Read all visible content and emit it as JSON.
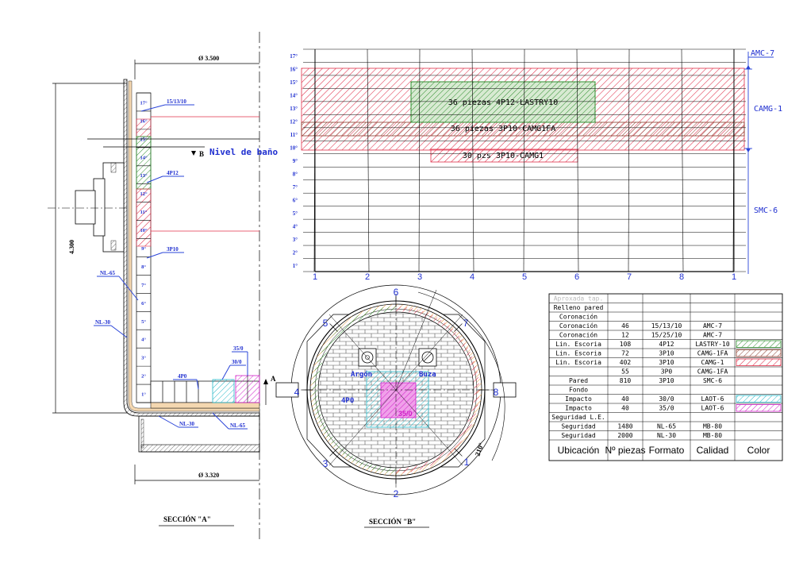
{
  "section_a": {
    "title": "SECCIÓN \"A\"",
    "dim_top": "Ø 3.500",
    "dim_bottom": "Ø 3.320",
    "dim_height": "4.300",
    "bath_marker": "B",
    "bath_label": "Nivel de baño",
    "rows": [
      "1°",
      "2°",
      "3°",
      "4°",
      "5°",
      "6°",
      "7°",
      "8°",
      "9°",
      "10°",
      "11°",
      "12°",
      "13°",
      "14°",
      "15°",
      "16°",
      "17°"
    ],
    "callouts": {
      "top": "15/13/10",
      "p4": "4P12",
      "p3": "3P10",
      "nl65_wall": "NL-65",
      "nl30_wall": "NL-30",
      "bottom_4p0": "4P0",
      "bottom_30": "30/0",
      "bottom_35": "35/0",
      "nl30_floor": "NL-30",
      "nl65_floor": "NL-65",
      "section_marker": "A"
    }
  },
  "section_b": {
    "title": "SECCIÓN \"B\"",
    "angle": "210°",
    "numbers": [
      "1",
      "2",
      "3",
      "4",
      "5",
      "6",
      "7",
      "8"
    ],
    "labels": {
      "argon": "Argón",
      "buza": "Buza",
      "p4p0": "4P0",
      "c35": "35/0"
    }
  },
  "development": {
    "rows": [
      "1°",
      "2°",
      "3°",
      "4°",
      "5°",
      "6°",
      "7°",
      "8°",
      "9°",
      "10°",
      "11°",
      "12°",
      "13°",
      "14°",
      "15°",
      "16°",
      "17°"
    ],
    "columns": [
      "1",
      "2",
      "3",
      "4",
      "5",
      "6",
      "7",
      "8",
      "1"
    ],
    "band_labels": {
      "lastry": "36 piezas 4P12-LASTRY10",
      "camg1fa": "36 piezas 3P10-CAMG1FA",
      "camg1": "30 pzs 3P10-CAMG1"
    },
    "side_labels": {
      "amc7": "AMC-7",
      "camg1": "CAMG-1",
      "smc6": "SMC-6"
    }
  },
  "table": {
    "headers": [
      "Ubicación",
      "Nº piezas",
      "Formato",
      "Calidad",
      "Color"
    ],
    "rows": [
      {
        "loc": "Aproxada tap.",
        "n": "",
        "f": "",
        "q": "",
        "c": "none"
      },
      {
        "loc": "Relleno pared",
        "n": "",
        "f": "",
        "q": "",
        "c": "none"
      },
      {
        "loc": "Coronación",
        "n": "",
        "f": "",
        "q": "",
        "c": "none"
      },
      {
        "loc": "Coronación",
        "n": "46",
        "f": "15/13/10",
        "q": "AMC-7",
        "c": "none"
      },
      {
        "loc": "Coronación",
        "n": "12",
        "f": "15/25/10",
        "q": "AMC-7",
        "c": "none"
      },
      {
        "loc": "Lin. Escoria",
        "n": "108",
        "f": "4P12",
        "q": "LASTRY-10",
        "c": "green"
      },
      {
        "loc": "Lin. Escoria",
        "n": "72",
        "f": "3P10",
        "q": "CAMG-1FA",
        "c": "brown"
      },
      {
        "loc": "Lin. Escoria",
        "n": "402",
        "f": "3P10",
        "q": "CAMG-1",
        "c": "red"
      },
      {
        "loc": "",
        "n": "55",
        "f": "3P0",
        "q": "CAMG-1FA",
        "c": "none"
      },
      {
        "loc": "Pared",
        "n": "810",
        "f": "3P10",
        "q": "SMC-6",
        "c": "none"
      },
      {
        "loc": "Fondo",
        "n": "",
        "f": "",
        "q": "",
        "c": "none"
      },
      {
        "loc": "Impacto",
        "n": "40",
        "f": "30/0",
        "q": "LAOT-6",
        "c": "cyan"
      },
      {
        "loc": "Impacto",
        "n": "40",
        "f": "35/0",
        "q": "LAOT-6",
        "c": "magenta"
      },
      {
        "loc": "Seguridad L.E.",
        "n": "",
        "f": "",
        "q": "",
        "c": "none"
      },
      {
        "loc": "Seguridad",
        "n": "1480",
        "f": "NL-65",
        "q": "MB-80",
        "c": "none"
      },
      {
        "loc": "Seguridad",
        "n": "2000",
        "f": "NL-30",
        "q": "MB-80",
        "c": "none"
      }
    ]
  },
  "colors": {
    "red": "#e0304a",
    "green": "#2f8f2f",
    "brown": "#8a3a2a",
    "cyan": "#28b8c8",
    "magenta": "#d020c8",
    "orange": "#e89a40",
    "blue_text": "#1f2fd0"
  }
}
